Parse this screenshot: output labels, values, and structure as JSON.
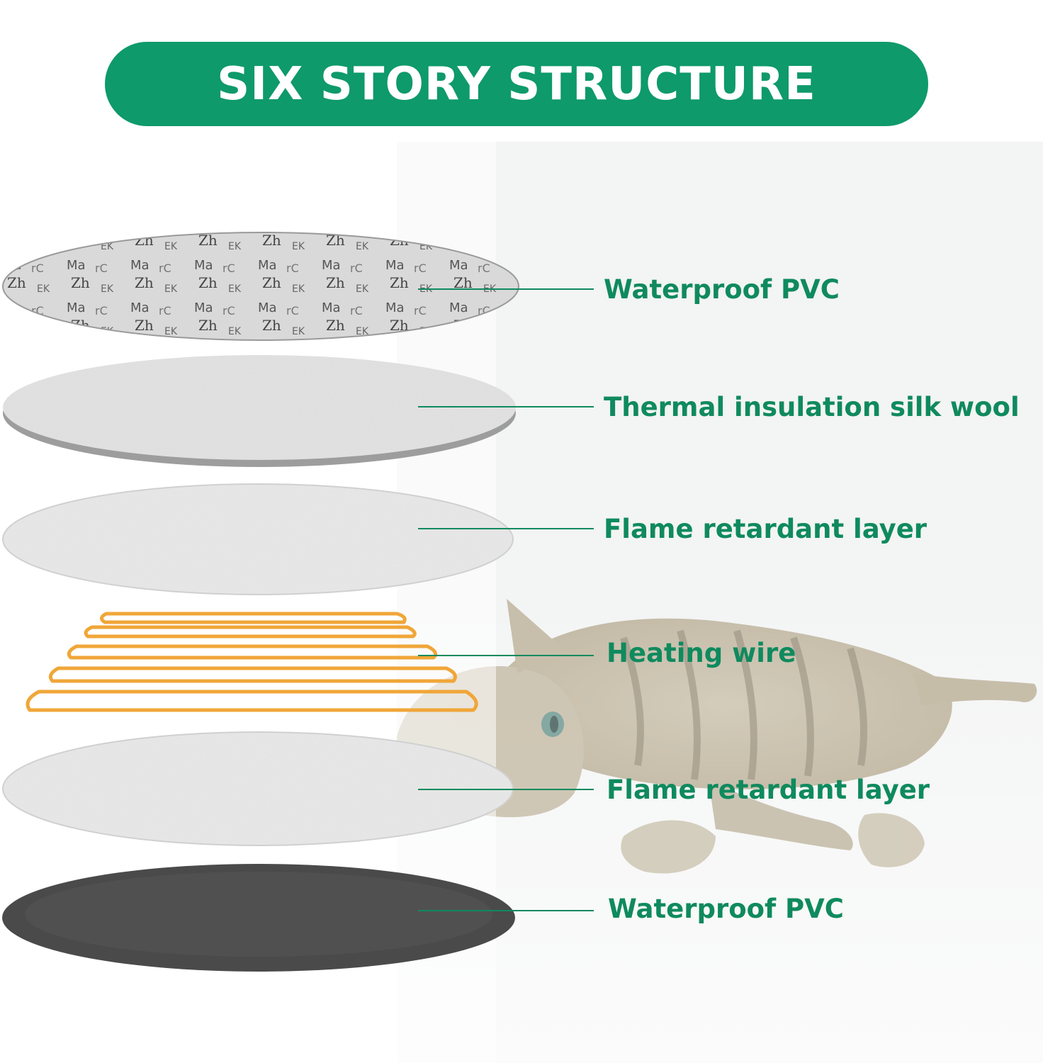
{
  "title": "SIX STORY STRUCTURE",
  "accent_color": "#0e9a6a",
  "label_color": "#0f8a5e",
  "wire_color": "#f0a638",
  "layers": [
    {
      "label": "Waterproof PVC",
      "material": "printed-letter-pattern"
    },
    {
      "label": "Thermal insulation silk wool",
      "material": "light-grey-felt"
    },
    {
      "label": "Flame retardant layer",
      "material": "light-grey-felt"
    },
    {
      "label": "Heating wire",
      "material": "orange-wire-loops"
    },
    {
      "label": "Flame retardant layer",
      "material": "light-grey-felt"
    },
    {
      "label": "Waterproof PVC",
      "material": "dark-grey-pvc"
    }
  ],
  "background": {
    "subject": "tabby cat lying down",
    "icon": "cat-photo"
  }
}
